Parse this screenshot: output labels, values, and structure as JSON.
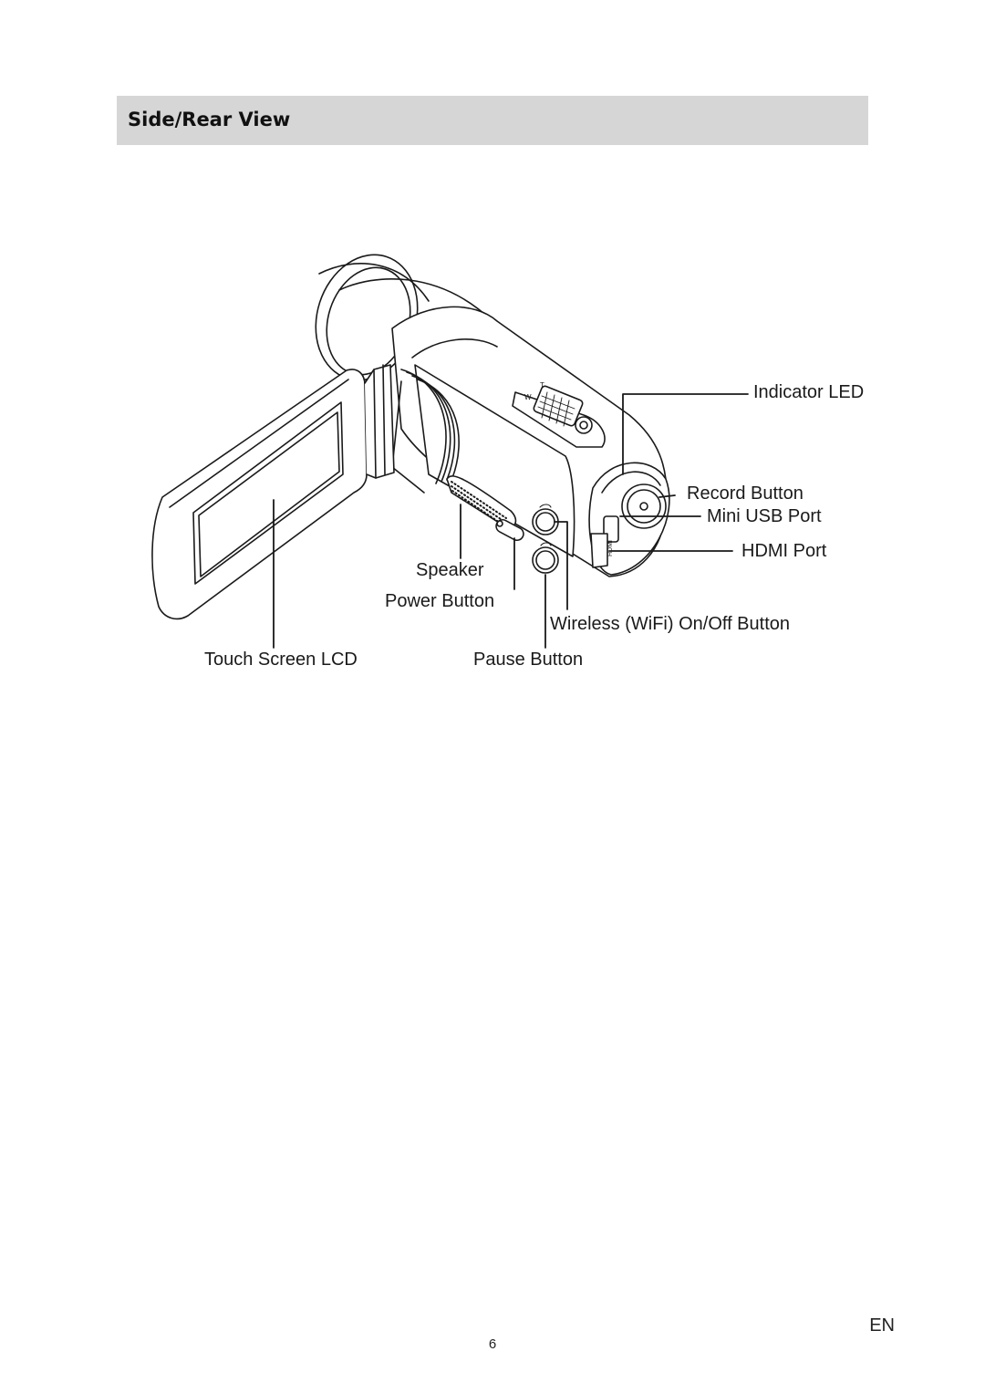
{
  "section": {
    "title": "Side/Rear View"
  },
  "diagram": {
    "labels": {
      "indicator_led": "Indicator LED",
      "record_button": "Record Button",
      "mini_usb_port": "Mini USB Port",
      "hdmi_port": "HDMI Port",
      "speaker": "Speaker",
      "power_button": "Power Button",
      "wifi_button": "Wireless (WiFi) On/Off Button",
      "touch_screen_lcd": "Touch Screen LCD",
      "pause_button": "Pause Button"
    },
    "markings": {
      "zoom_wide": "W",
      "zoom_tele": "T",
      "hdmi": "HDMI"
    }
  },
  "footer": {
    "language": "EN",
    "page_number": "6"
  }
}
